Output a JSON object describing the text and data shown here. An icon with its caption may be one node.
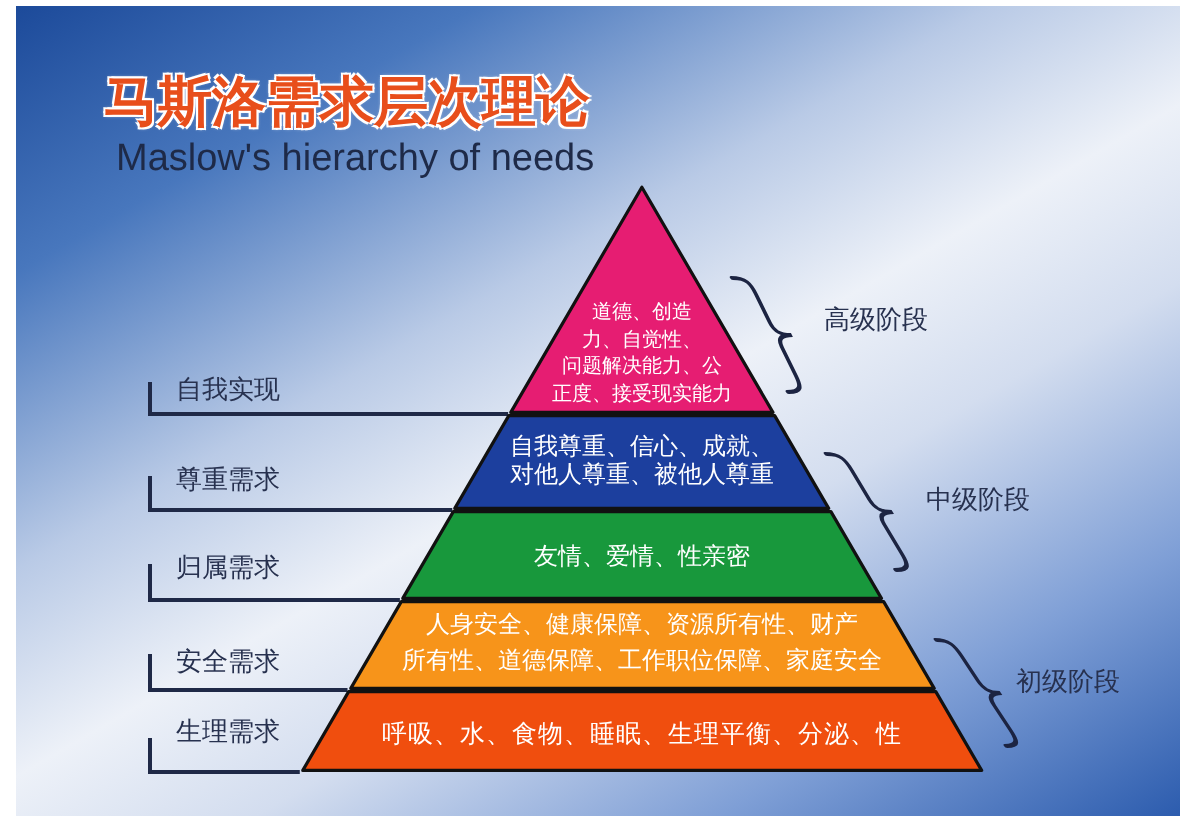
{
  "diagram": {
    "title": "马斯洛需求层次理论",
    "nodes": [
      {
        "text": [
          "道德、创造力、自觉性、问题解决能力、公正度、接受现实能力"
        ]
      },
      {
        "text": [
          "自我实现"
        ]
      },
      {
        "text": [
          "自我尊重、信心、成就、对他人尊重、被他人尊重"
        ]
      },
      {
        "text": [
          "尊重需求"
        ]
      },
      {
        "text": [
          "友情、爱情、性亲密"
        ]
      },
      {
        "text": [
          "归属需求"
        ]
      },
      {
        "text": [
          "人身安全、健康保障、资源所有性、财产所有性、道德保障、工作职位保障、家庭安全"
        ]
      },
      {
        "text": [
          "安全需求"
        ]
      },
      {
        "text": [
          "呼吸、水、食物、睡眠、生理平衡、分泌、性"
        ]
      },
      {
        "text": [
          "生理需求"
        ]
      }
    ],
    "edges": [
      {
        "from": 1,
        "to": 0,
        "arrow": "none"
      },
      {
        "from": 3,
        "to": 2,
        "arrow": "none"
      },
      {
        "from": 5,
        "to": 4,
        "arrow": "none"
      },
      {
        "from": 7,
        "to": 6,
        "arrow": "none"
      },
      {
        "from": 9,
        "to": 8,
        "arrow": "none"
      }
    ],
    "labels": [
      "Maslow's hierarchy of needs",
      "高级阶段",
      "中级阶段",
      "初级阶段"
    ]
  }
}
